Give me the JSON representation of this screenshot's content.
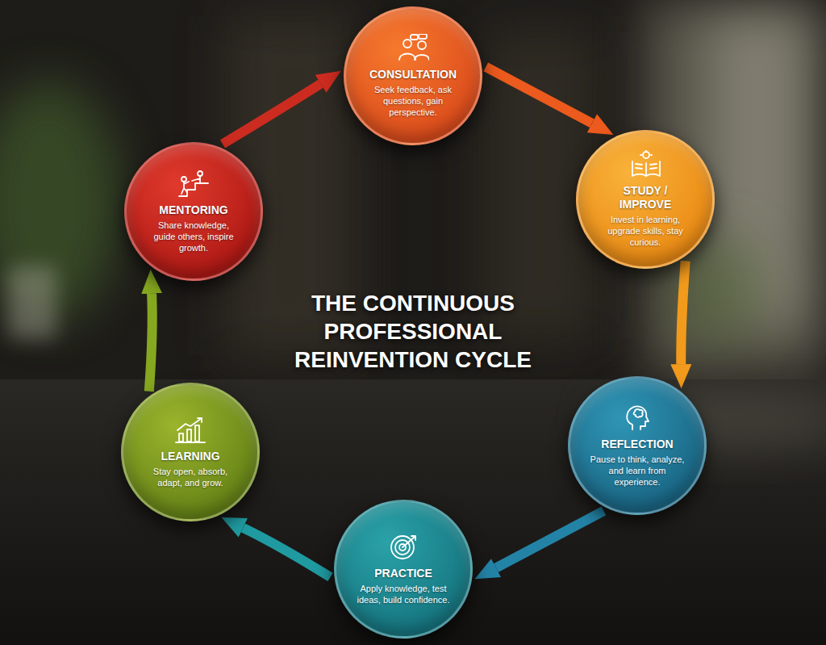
{
  "diagram": {
    "title": "THE CONTINUOUS PROFESSIONAL REINVENTION CYCLE",
    "nodes": [
      {
        "text": [
          "CONSULTATION",
          "Seek feedback, ask questions, gain perspective."
        ]
      },
      {
        "text": [
          "STUDY / IMPROVE",
          "Invest in learning, upgrade skills, stay curious."
        ]
      },
      {
        "text": [
          "REFLECTION",
          "Pause to think, analyze, and learn from experience."
        ]
      },
      {
        "text": [
          "PRACTICE",
          "Apply knowledge, test ideas, build confidence."
        ]
      },
      {
        "text": [
          "LEARNING",
          "Stay open, absorb, adapt, and grow."
        ]
      },
      {
        "text": [
          "MENTORING",
          "Share knowledge, guide others, inspire growth."
        ]
      }
    ],
    "edges": [
      {
        "from": 0,
        "to": 1,
        "arrow": "to"
      },
      {
        "from": 1,
        "to": 2,
        "arrow": "to"
      },
      {
        "from": 2,
        "to": 3,
        "arrow": "to"
      },
      {
        "from": 3,
        "to": 4,
        "arrow": "to"
      },
      {
        "from": 4,
        "to": 5,
        "arrow": "to"
      },
      {
        "from": 5,
        "to": 0,
        "arrow": "to"
      }
    ]
  }
}
